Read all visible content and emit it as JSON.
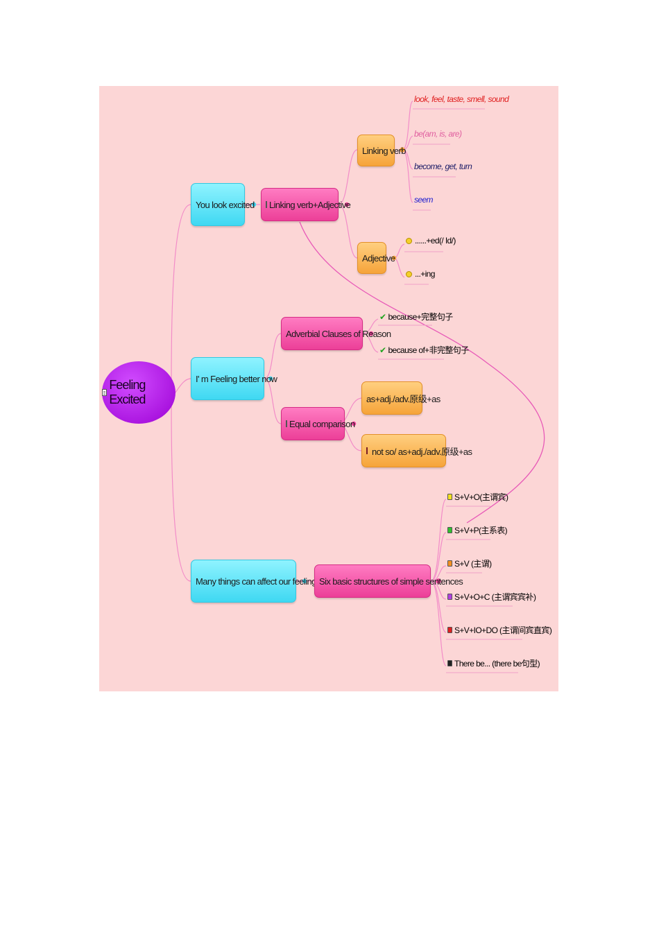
{
  "root": {
    "label": "Feeling Excited",
    "color": "#a800e0"
  },
  "branches": {
    "look": {
      "label": "You look excited",
      "sub": "Linking verb+Adjective",
      "linking_verb": {
        "label": "Linking verb",
        "items": [
          {
            "text": "look, feel, taste, smell, sound",
            "color": "#e02020"
          },
          {
            "text": "be(am, is, are)",
            "color": "#e060a0"
          },
          {
            "text": "become, get, turn",
            "color": "#1a1a66"
          },
          {
            "text": "seem",
            "color": "#2020d0"
          }
        ]
      },
      "adjective": {
        "label": "Adjective",
        "items": [
          {
            "text": "......+ed(/ Id/)"
          },
          {
            "text": "...+ing"
          }
        ]
      }
    },
    "better": {
      "label": "I' m Feeling better now",
      "reason": {
        "label": "Adverbial Clauses of Reason",
        "items": [
          {
            "text": "because+完整句子"
          },
          {
            "text": "because of+非完整句子"
          }
        ]
      },
      "comparison": {
        "label": "Equal comparison",
        "items": [
          {
            "text": "as+adj./adv.原级+as"
          },
          {
            "text": "not so/ as+adj./adv.原级+as"
          }
        ]
      }
    },
    "many": {
      "label": "Many things can affect our feelings",
      "sub": "Six basic structures of simple sentences",
      "items": [
        {
          "text": "S+V+O(主谓宾)",
          "flag_color": "#f4e020"
        },
        {
          "text": "S+V+P(主系表)",
          "flag_color": "#30c030"
        },
        {
          "text": "S+V  (主谓)",
          "flag_color": "#f49020"
        },
        {
          "text": "S+V+O+C  (主谓宾宾补)",
          "flag_color": "#b040e0"
        },
        {
          "text": "S+V+IO+DO  (主谓间宾直宾)",
          "flag_color": "#e02020"
        },
        {
          "text": "There be...  (there be句型)",
          "flag_color": "#222222"
        }
      ]
    }
  },
  "colors": {
    "background": "#fcd6d6",
    "connector": "#f28cc8",
    "cross_link": "#e85ab8"
  }
}
